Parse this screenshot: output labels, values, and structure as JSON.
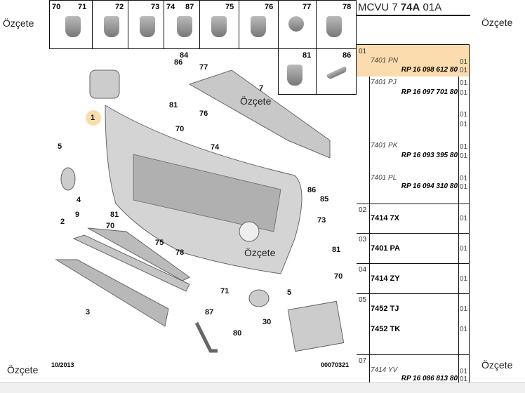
{
  "watermark": "Özçete",
  "fasteners": [
    "70",
    "71",
    "72",
    "73",
    "74",
    "87",
    "75",
    "76",
    "77",
    "78",
    "81",
    "86"
  ],
  "callouts": [
    "84",
    "86",
    "77",
    "7",
    "1",
    "81",
    "70",
    "76",
    "5",
    "74",
    "4",
    "9",
    "81",
    "70",
    "2",
    "75",
    "86",
    "85",
    "73",
    "78",
    "81",
    "70",
    "71",
    "5",
    "3",
    "87",
    "30",
    "80"
  ],
  "footer": {
    "date": "10/2013",
    "code": "00070321"
  },
  "panel": {
    "title_pre": "MCVU 7 ",
    "title_bold": "74A",
    "title_post": " 01A",
    "rows": [
      {
        "num": "01",
        "items": [
          {
            "ref": "7401 PN",
            "rp": "RP 16 098 612 80",
            "q1": "01",
            "q2": "01",
            "highlight": true
          },
          {
            "ref": "7401 PJ",
            "rp": "RP 16 097 701 80",
            "q1": "01",
            "q2": "01"
          },
          {
            "q1": "01",
            "q2": "01"
          },
          {
            "ref": "7401 PK",
            "rp": "RP 16 093 395 80",
            "q1": "01",
            "q2": "01"
          },
          {
            "ref": "7401 PL",
            "rp": "RP 16 094 310 80",
            "q1": "01",
            "q2": "01"
          }
        ]
      },
      {
        "num": "02",
        "code": "7414 7X",
        "q": "01"
      },
      {
        "num": "03",
        "code": "7401 PA",
        "q": "01"
      },
      {
        "num": "04",
        "code": "7414 ZY",
        "q": "01"
      },
      {
        "num": "05",
        "code": "7452 TJ",
        "q": "01",
        "code2": "7452 TK",
        "q2": "01"
      },
      {
        "num": "07",
        "ref": "7414 YV",
        "rp": "RP 16 086 813 80",
        "q1": "01",
        "q2": "01"
      }
    ]
  },
  "colors": {
    "highlight": "#fbdcae"
  }
}
